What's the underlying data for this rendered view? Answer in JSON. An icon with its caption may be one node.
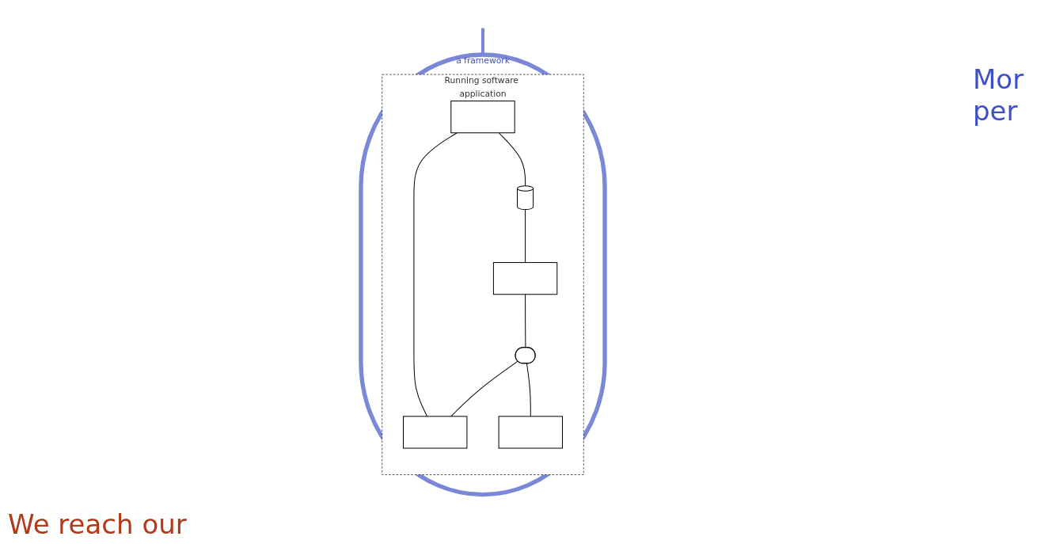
{
  "diagram": {
    "nodes": [
      {
        "text": [
          "a framework"
        ]
      },
      {
        "text": [
          "Running software application"
        ],
        "in": 0
      },
      {
        "text": [],
        "shape": "box",
        "in": 1
      },
      {
        "text": [],
        "shape": "cylinder",
        "in": 1
      },
      {
        "text": [],
        "shape": "box",
        "in": 1
      },
      {
        "text": [],
        "shape": "ellipse",
        "in": 1
      },
      {
        "text": [],
        "shape": "box",
        "in": 1
      },
      {
        "text": [],
        "shape": "box",
        "in": 1
      }
    ],
    "edges": [
      {
        "from": null,
        "to": 0,
        "arrow": "none",
        "color": "#7b88d8",
        "style": "thick"
      },
      {
        "from": 4,
        "to": 3,
        "arrow": "none"
      },
      {
        "from": 3,
        "to": 2,
        "arrow": "none"
      },
      {
        "from": 2,
        "to": 5,
        "arrow": "none"
      },
      {
        "from": 5,
        "to": 6,
        "arrow": "none"
      },
      {
        "from": 5,
        "to": 7,
        "arrow": "none"
      },
      {
        "from": 4,
        "to": 6,
        "arrow": "none"
      }
    ],
    "labels": [
      "Mor per",
      "We reach our"
    ]
  }
}
